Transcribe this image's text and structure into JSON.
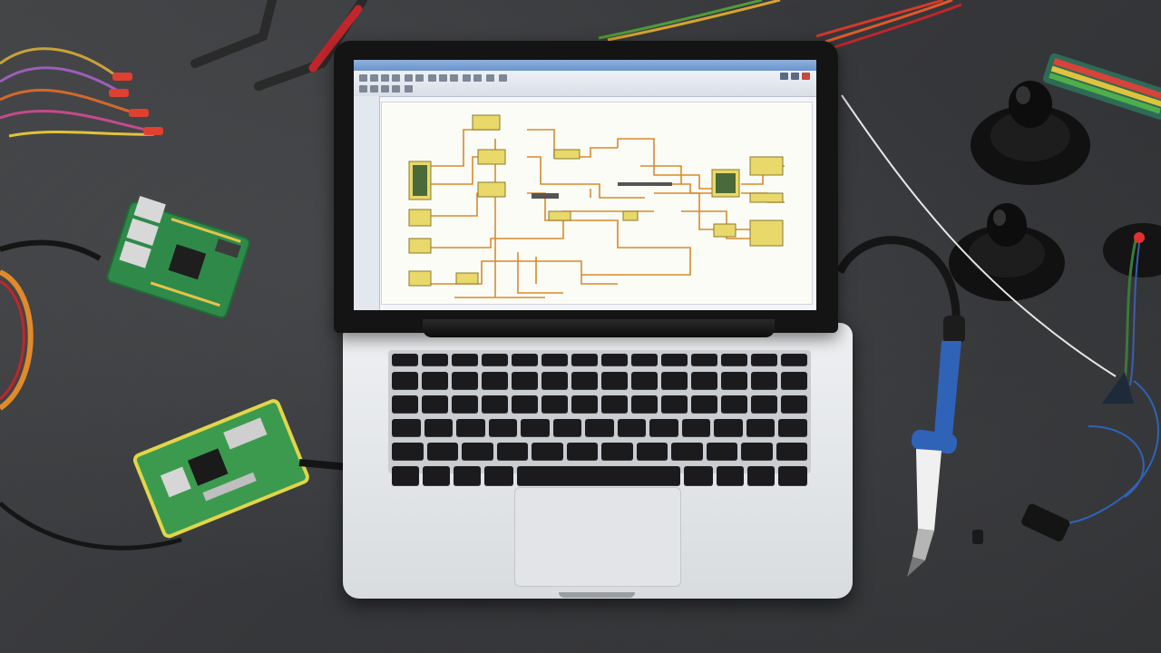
{
  "scene": {
    "description_tag": "electronics-workbench",
    "colors": {
      "table": "#3a3b3d",
      "laptop_silver": "#dcdfe2",
      "screen_bg": "#fcfcf6",
      "schematic_wire": "#d98a2b",
      "schematic_component": "#e9d86a",
      "pcb_green": "#2f8a4a",
      "solder_iron_blue": "#2f63b8"
    },
    "objects": [
      "laptop",
      "schematic-software",
      "raspberry-pi-board",
      "small-pcb-board",
      "soldering-iron",
      "jumper-wires",
      "wire-cutters",
      "rubber-feet-stands",
      "electrode-probe"
    ]
  }
}
